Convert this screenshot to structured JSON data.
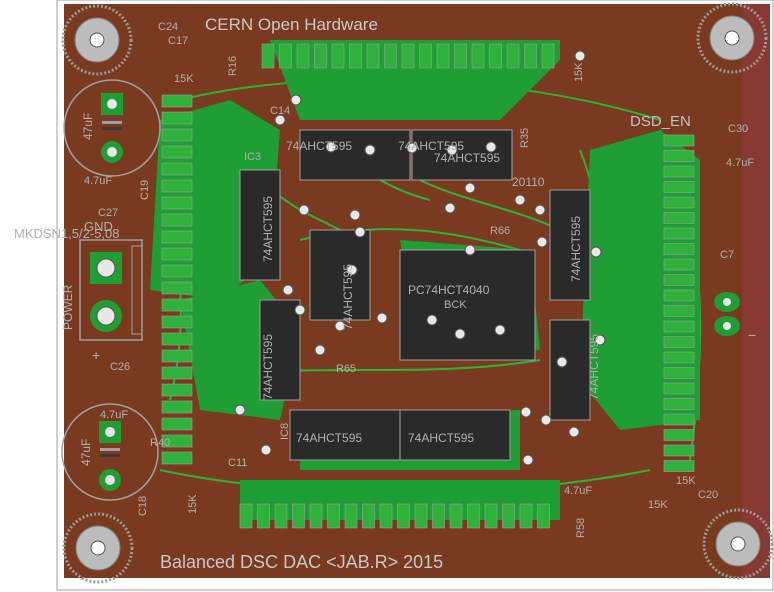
{
  "board": {
    "top_text": "CERN Open Hardware",
    "bottom_text": "Balanced DSC DAC <JAB.R> 2015",
    "colors": {
      "background": "#ffffff",
      "board": "#7a3a20",
      "copper": "#1f9e35",
      "trace": "#3ec046",
      "via": "#e8e8e8",
      "silk": "#a0a0a0",
      "outline": "#a0a0a0"
    }
  },
  "labels": {
    "mkdsn": "MKDSN1,5/2-5,08",
    "gnd": "GND",
    "power": "POWER",
    "plus": "+",
    "minus": "−",
    "c17": "C17",
    "c24": "C24",
    "c14": "C14",
    "c19": "C19",
    "c27": "C27",
    "c26": "C26",
    "c11": "C11",
    "c18": "C18",
    "c20": "C20",
    "c30": "C30",
    "c7": "C7",
    "cap_a": "47uF",
    "cap_b": "47uF",
    "cap_c": "4.7uF",
    "cap_d": "4.7uF",
    "cap_e": "4.7uF",
    "cap_f": "4.7uF",
    "r15k_a": "15K",
    "r15k_b": "15K",
    "r15k_c": "15K",
    "r15k_d": "15K",
    "r15k_e": "15K",
    "r16": "R16",
    "r40": "R40",
    "r58": "R58",
    "r65": "R65",
    "r66": "R66",
    "r35": "R35",
    "ic3": "IC3",
    "ic8": "IC8",
    "dsd_en": "DSD_EN",
    "chip_a": "74AHCT595",
    "chip_b": "74AHCT595",
    "chip_c": "74AHCT595",
    "chip_d": "74AHCT595",
    "chip_e": "74AHCT595",
    "chip_f": "74AHCT595",
    "chip_g": "74AHCT595",
    "chip_h": "74AHCT595",
    "chip_i": "74AHCT595",
    "chip_j": "74AHCT595",
    "center_chip": "PC74HCT4040",
    "bck": "BCK",
    "num_20110": "20110"
  }
}
